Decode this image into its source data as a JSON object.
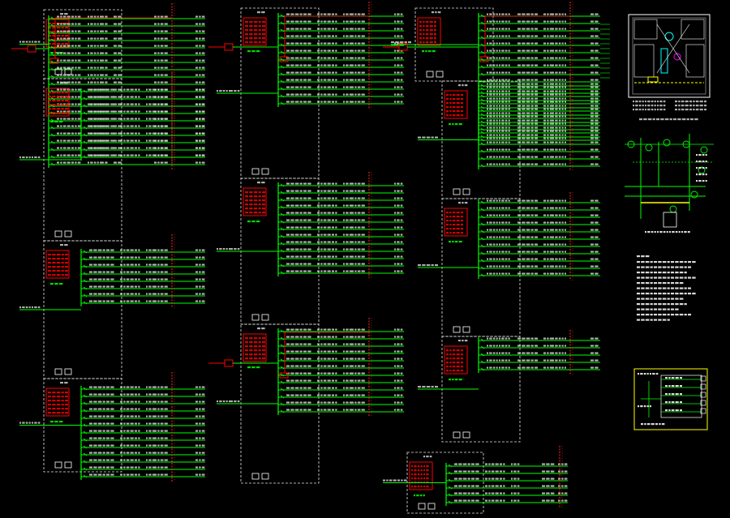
{
  "drawing": {
    "background": "#000000",
    "colors": {
      "feeder": "#00ff00",
      "bus": "#00ff00",
      "bus_red": "#ff2a2a",
      "frame": "#e6e6e6",
      "red_box": "#ff0000",
      "text": "#e0e0e0",
      "yellow": "#ffff00",
      "cyan": "#00ffff",
      "magenta": "#ff00ff"
    }
  },
  "panels": [
    {
      "id": "p1",
      "feeders": 21
    },
    {
      "id": "p2",
      "feeders": 10
    },
    {
      "id": "p3",
      "feeders": 8
    },
    {
      "id": "p4",
      "feeders": 13
    },
    {
      "id": "p5",
      "feeders": 13
    },
    {
      "id": "p6",
      "feeders": 13
    },
    {
      "id": "p7",
      "feeders": 12
    },
    {
      "id": "p8",
      "feeders": 18
    },
    {
      "id": "p9",
      "feeders": 12
    },
    {
      "id": "p10",
      "feeders": 11
    },
    {
      "id": "p11",
      "feeders": 5
    }
  ],
  "legend_box": {
    "rows": 5
  }
}
